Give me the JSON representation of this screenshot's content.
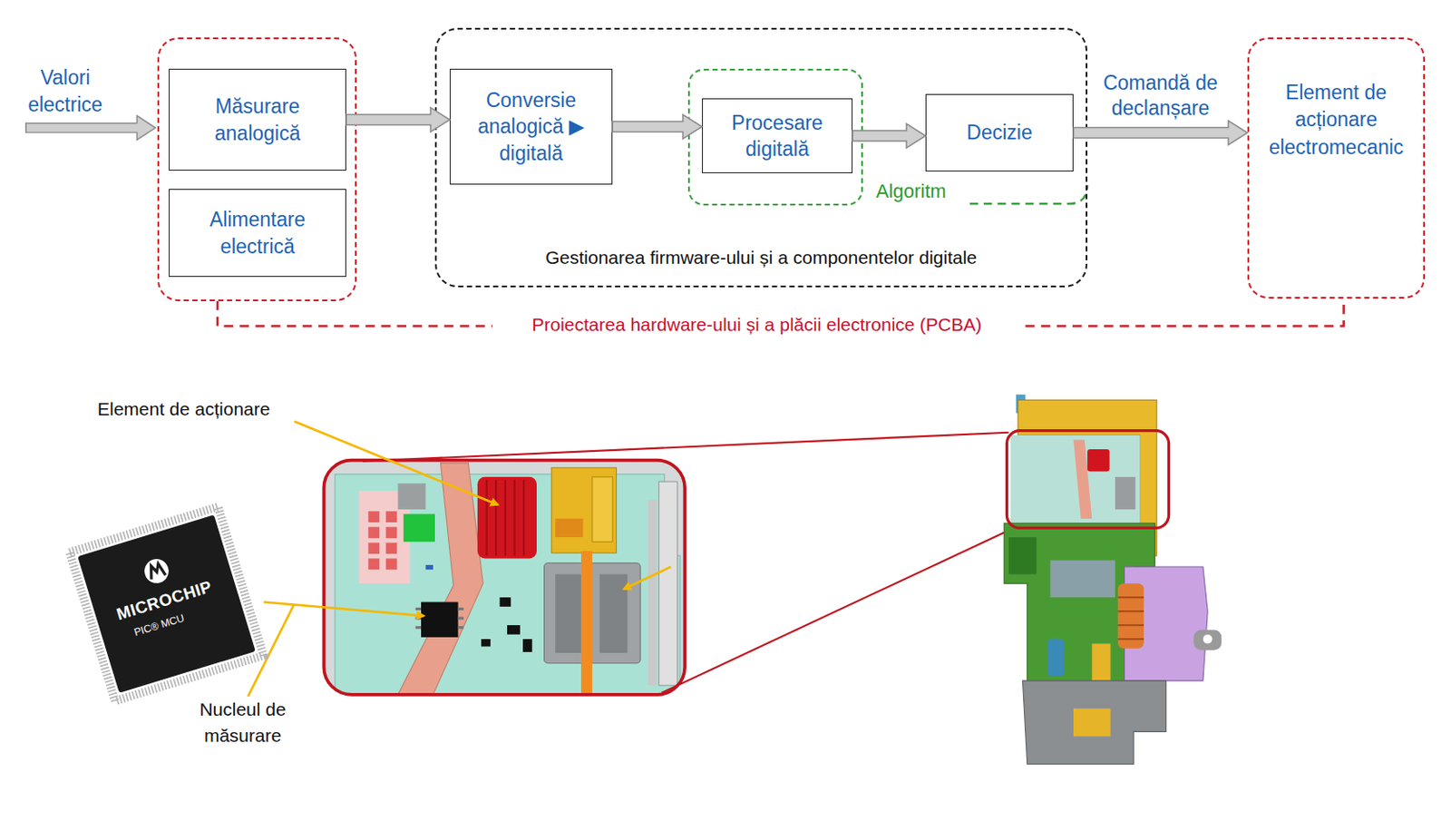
{
  "diagram": {
    "nodes": [
      {
        "text": []
      },
      {
        "text": [
          "Măsurare analogică"
        ],
        "in": 0
      },
      {
        "text": [
          "Alimentare electrică"
        ],
        "in": 0
      },
      {
        "text": [
          "Gestionarea firmware-ului și a componentelor digitale"
        ]
      },
      {
        "text": [
          "Conversie analogică ▶ digitală"
        ],
        "in": 3
      },
      {
        "text": [
          "Algoritm"
        ],
        "in": 3
      },
      {
        "text": [
          "Procesare digitală"
        ],
        "in": 5
      },
      {
        "text": [
          "Decizie"
        ],
        "in": 3
      },
      {
        "text": [
          "Element de acționare electromecanic"
        ]
      }
    ],
    "edges": [
      {
        "from": 1,
        "to": 4,
        "arrow": "to"
      },
      {
        "from": 4,
        "to": 6,
        "arrow": "to"
      },
      {
        "from": 6,
        "to": 7,
        "arrow": "to"
      },
      {
        "from": 7,
        "to": 8,
        "arrow": "to",
        "label": "Comandă de declanșare"
      }
    ],
    "labels": [
      "Valori electrice",
      "Proiectarea hardware-ului și a plăcii electronice (PCBA)",
      "Element de acționare",
      "Nucleul de măsurare",
      "MICROCHIP",
      "PIC® MCU"
    ]
  }
}
